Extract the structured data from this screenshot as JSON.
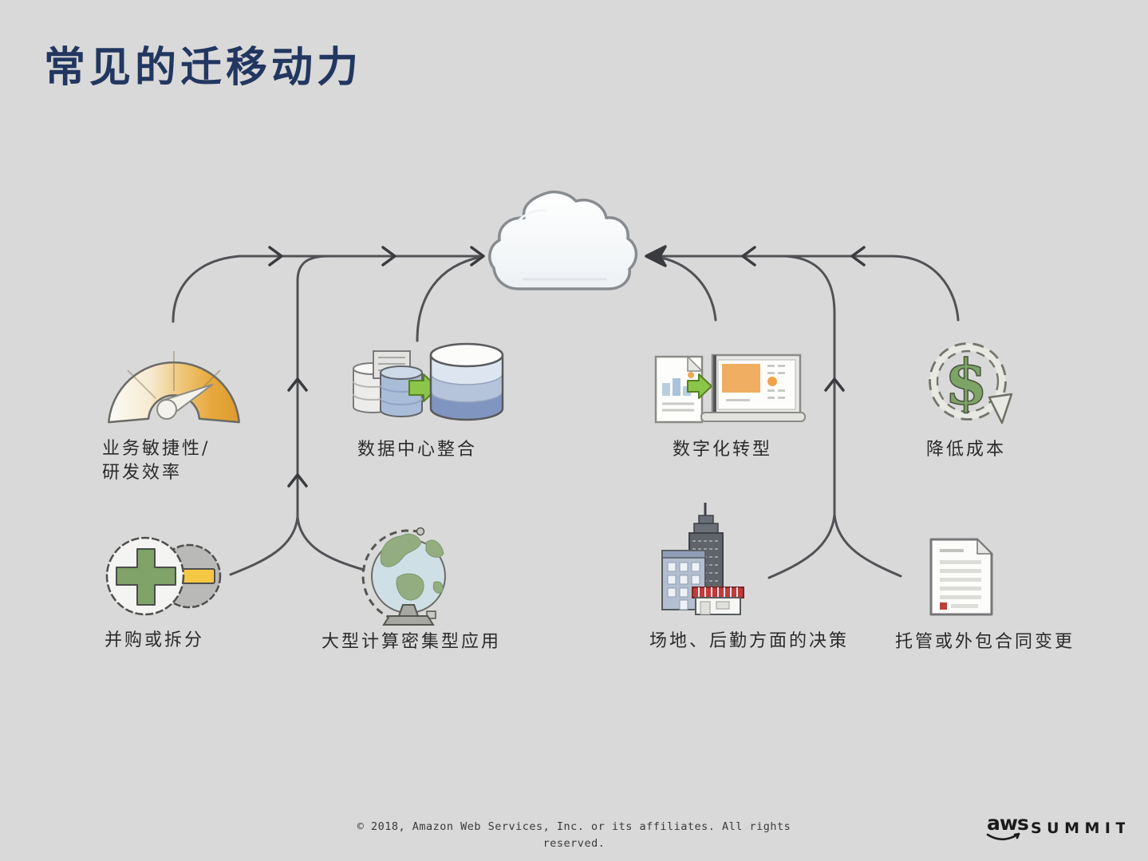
{
  "slide": {
    "title": "常见的迁移动力",
    "footer": "© 2018, Amazon Web Services, Inc. or its affiliates. All rights\nreserved.",
    "logo": {
      "aws": "aws",
      "summit": "SUMMIT"
    },
    "dollar_glyph": "$",
    "colors": {
      "background": "#d9d9d9",
      "title": "#223760",
      "connector": "#515256",
      "label": "#2b2b2b",
      "arrow_green": "#8bc54a",
      "db_blue": "#8095c0",
      "gauge_orange": "#e7a93f",
      "dollar_green": "#7ca464",
      "awning_red": "#c23a3c"
    }
  },
  "cloud": {
    "name": "cloud"
  },
  "drivers": [
    {
      "id": "business-agility",
      "label": "业务敏捷性/\n研发效率",
      "icon": "speedometer-icon"
    },
    {
      "id": "datacenter-consolidation",
      "label": "数据中心整合",
      "icon": "database-consolidation-icon"
    },
    {
      "id": "digital-transformation",
      "label": "数字化转型",
      "icon": "document-to-laptop-icon"
    },
    {
      "id": "cost-reduction",
      "label": "降低成本",
      "icon": "dollar-refresh-icon"
    },
    {
      "id": "merger-or-divestiture",
      "label": "并购或拆分",
      "icon": "plus-minus-icon"
    },
    {
      "id": "compute-intensive-apps",
      "label": "大型计算密集型应用",
      "icon": "globe-icon"
    },
    {
      "id": "facilities-logistics-decisions",
      "label": "场地、后勤方面的决策",
      "icon": "buildings-icon"
    },
    {
      "id": "hosting-outsourcing-contract-change",
      "label": "托管或外包合同变更",
      "icon": "contract-document-icon"
    }
  ]
}
